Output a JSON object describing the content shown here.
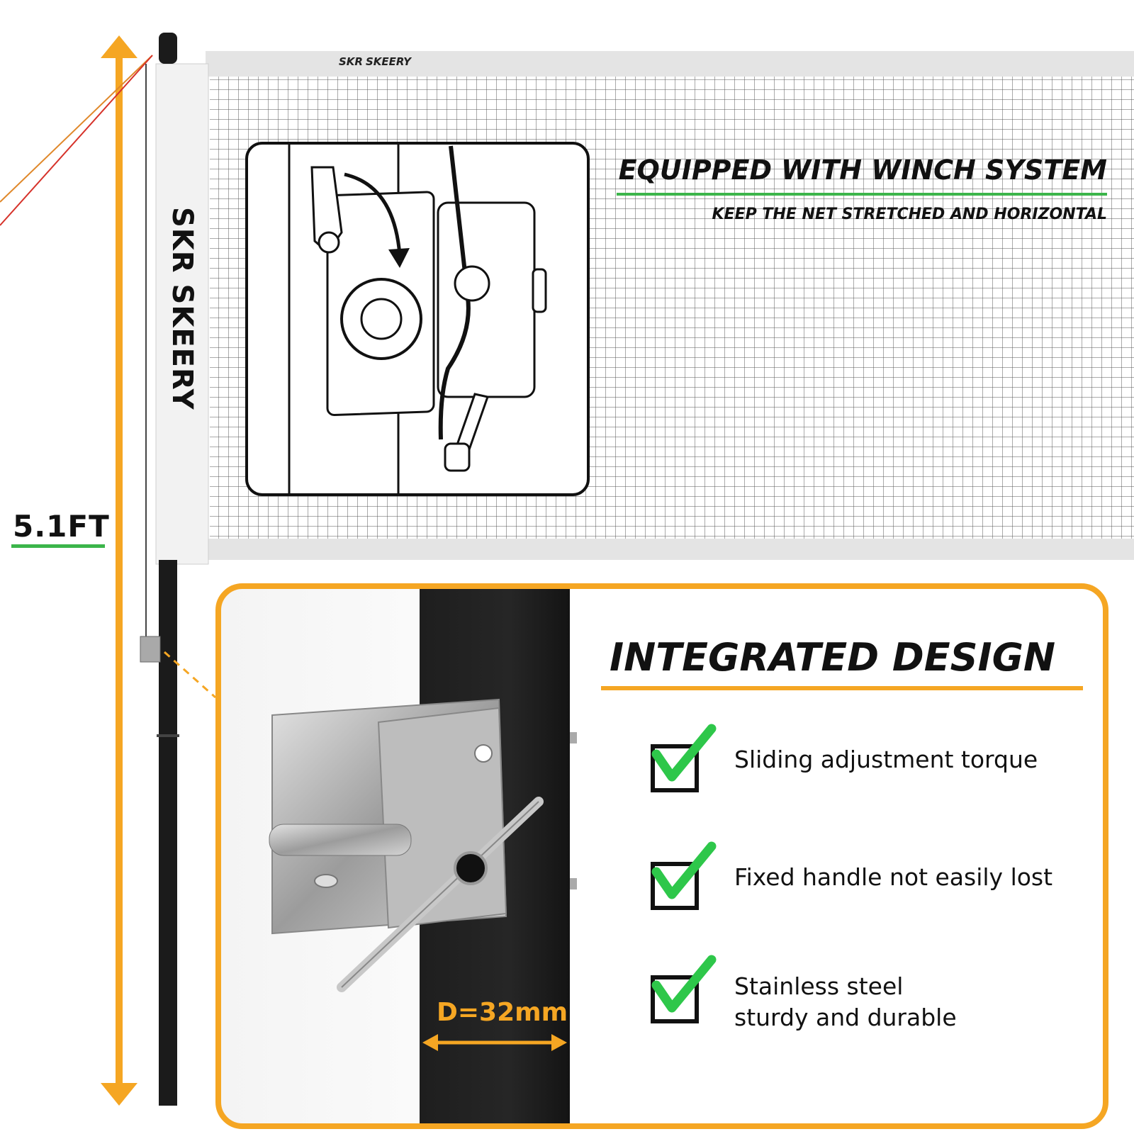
{
  "brand": {
    "top_label": "SKEERY",
    "top_mark": "SKR",
    "vertical_label": "SKR SKEERY"
  },
  "height": {
    "label": "5.1FT"
  },
  "winch": {
    "title": "EQUIPPED WITH WINCH SYSTEM",
    "subtitle": "KEEP THE NET STRETCHED AND HORIZONTAL"
  },
  "design": {
    "title": "INTEGRATED DESIGN",
    "features": [
      {
        "label": "Sliding adjustment torque",
        "icon": "green-check-icon"
      },
      {
        "label": "Fixed handle not easily lost",
        "icon": "green-check-icon"
      },
      {
        "label": "Stainless steel",
        "label2": "sturdy and durable",
        "icon": "green-check-icon"
      }
    ]
  },
  "pole": {
    "diameter_label": "D=32mm"
  },
  "colors": {
    "accent_orange": "#f5a623",
    "accent_green": "#3bb54a",
    "pole_black": "#1b1b1b"
  }
}
